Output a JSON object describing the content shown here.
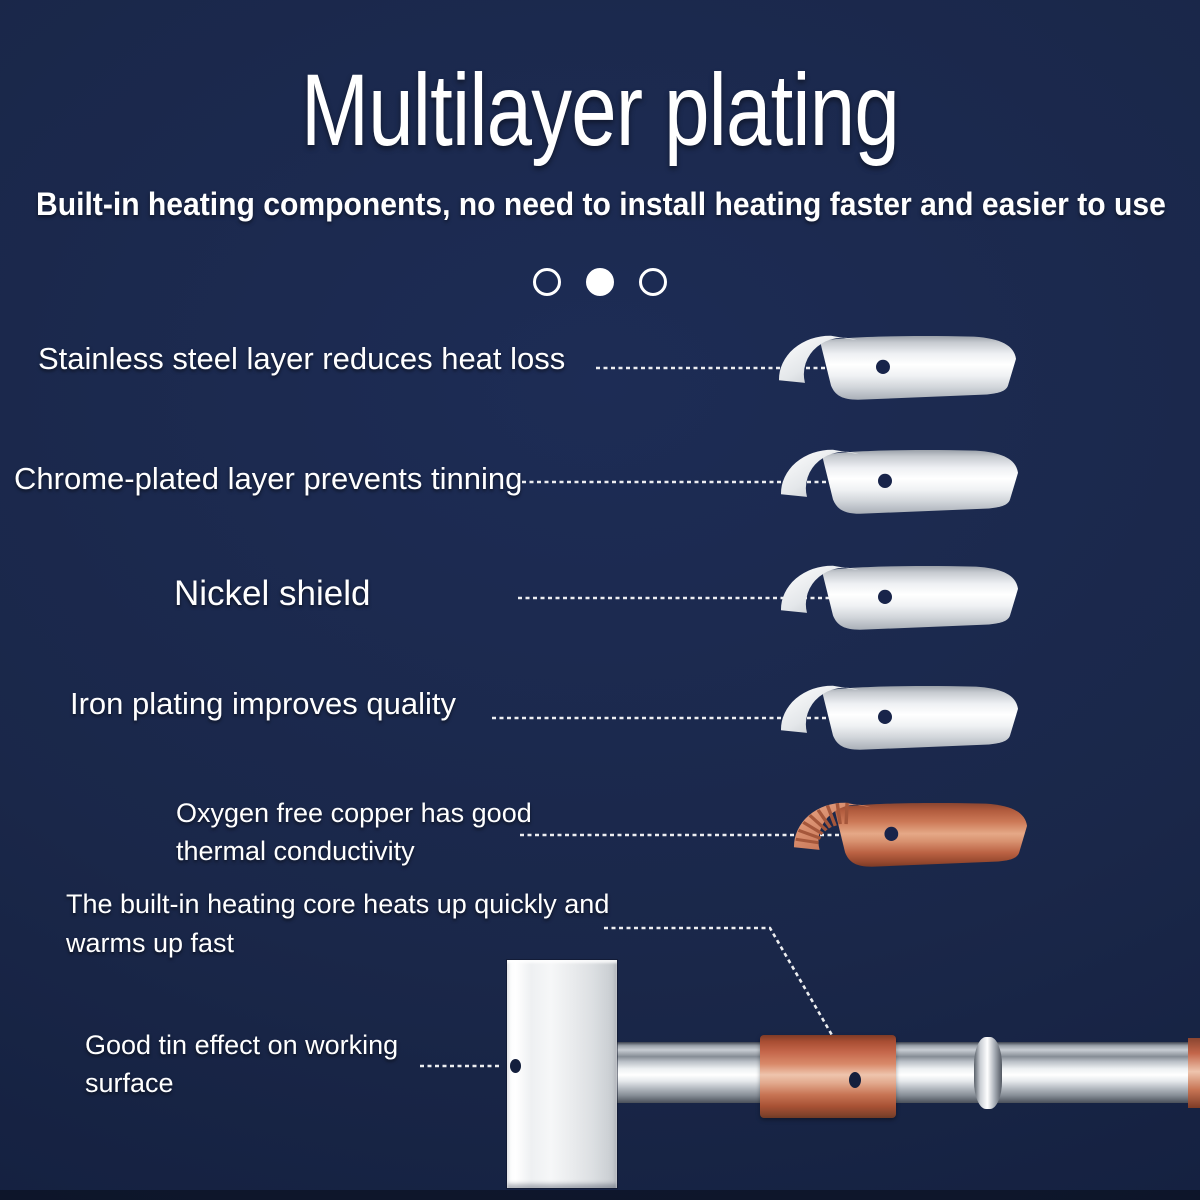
{
  "header": {
    "title": "Multilayer plating",
    "subtitle": "Built-in heating components, no need to install heating faster and easier to use"
  },
  "carousel": {
    "dots": [
      "inactive",
      "active",
      "inactive"
    ]
  },
  "callouts": [
    {
      "id": "stainless-steel",
      "lines": [
        "Stainless steel layer reduces heat loss"
      ]
    },
    {
      "id": "chrome-plated",
      "lines": [
        "Chrome-plated layer prevents tinning"
      ]
    },
    {
      "id": "nickel-shield",
      "lines": [
        "Nickel shield"
      ]
    },
    {
      "id": "iron-plating",
      "lines": [
        "Iron plating improves quality"
      ]
    },
    {
      "id": "oxygen-free-copper",
      "lines": [
        "Oxygen free copper has good",
        "thermal conductivity"
      ]
    },
    {
      "id": "heating-core",
      "lines": [
        "The built-in heating core heats up quickly and",
        "warms up fast"
      ]
    },
    {
      "id": "tin-effect",
      "lines": [
        "Good tin effect on working",
        "surface"
      ]
    }
  ],
  "colors": {
    "background": "#1a2749",
    "background_edge": "#111d3b",
    "text": "#ffffff",
    "steel_highlight": "#ffffff",
    "steel_shadow": "#a9afb7",
    "copper": "#c4664a",
    "copper_dark": "#7e3b26",
    "leader_line": "#ffffff",
    "hole": "#141f3d"
  }
}
